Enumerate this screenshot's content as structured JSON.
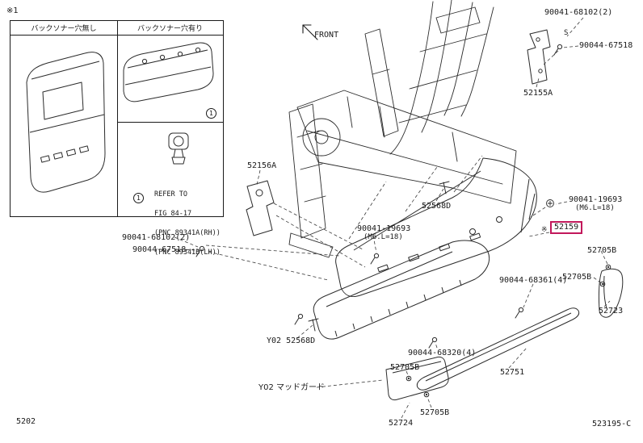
{
  "page": {
    "note_marker": "※1",
    "front_label": "FRONT",
    "fig_code": "5202",
    "sheet_code": "523195-C",
    "highlight_color": "#c2185b"
  },
  "legend": {
    "left_panel_title": "バックソナー穴無し",
    "right_panel_title": "バックソナー穴有り",
    "variant_marker": "1",
    "refer_line1": "REFER TO",
    "refer_line2": "FIG 84-17",
    "refer_line3": "(PNC 89341A(RH))",
    "refer_line4": "(PNC 89341B(LH))"
  },
  "labels": [
    "90041-68102(2)",
    "S",
    "90044-67518",
    "52155A",
    "52156A",
    "52568D",
    "90041-19693",
    "(M6.L=18)",
    "※",
    "52159",
    "52705B",
    "90044-68361(4)",
    "52705B",
    "52723",
    "90041-68102(2)",
    "90044-67518",
    "90041-19693",
    "(M6.L=18)",
    "Y02 52568D",
    "90044-68320(4)",
    "52751",
    "52705B",
    "Y02 マッドガード",
    "52705B",
    "52724"
  ]
}
